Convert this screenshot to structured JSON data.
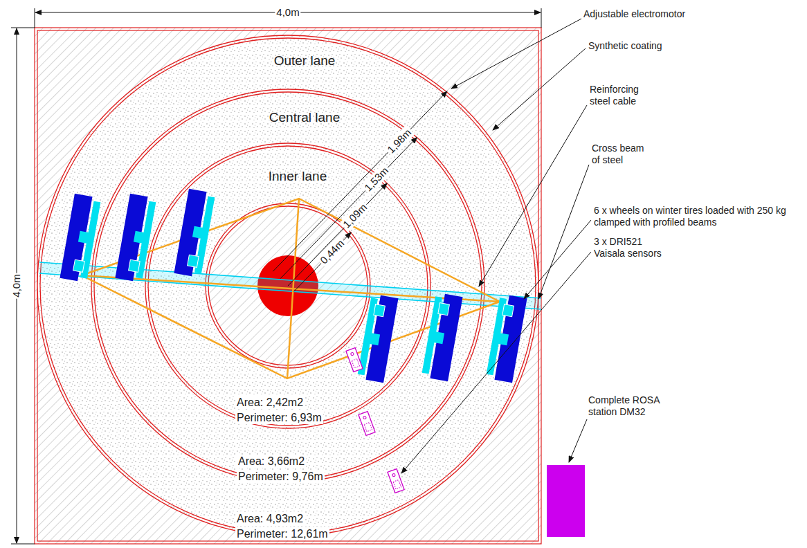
{
  "diagram": {
    "labels": [
      "4,0m",
      "4,0m",
      "Adjustable electromotor",
      "Outer lane",
      "Synthetic coating",
      "Central lane",
      "Inner lane",
      "1,98m",
      "Reinforcing steel cable",
      "1,53m",
      "1,09m",
      "Cross beam of steel",
      "0,44m",
      "6 x wheels on winter tires loaded with 250 kg clamped with profiled beams",
      "3 x DRI521 Vaisala sensors",
      "Area: 2,42m2",
      "Perimeter: 6,93m",
      "Area: 3,66m2",
      "Perimeter: 9,76m",
      "Area: 4,93m2",
      "Perimeter: 12,61m",
      "Complete ROSA station DM32"
    ]
  }
}
